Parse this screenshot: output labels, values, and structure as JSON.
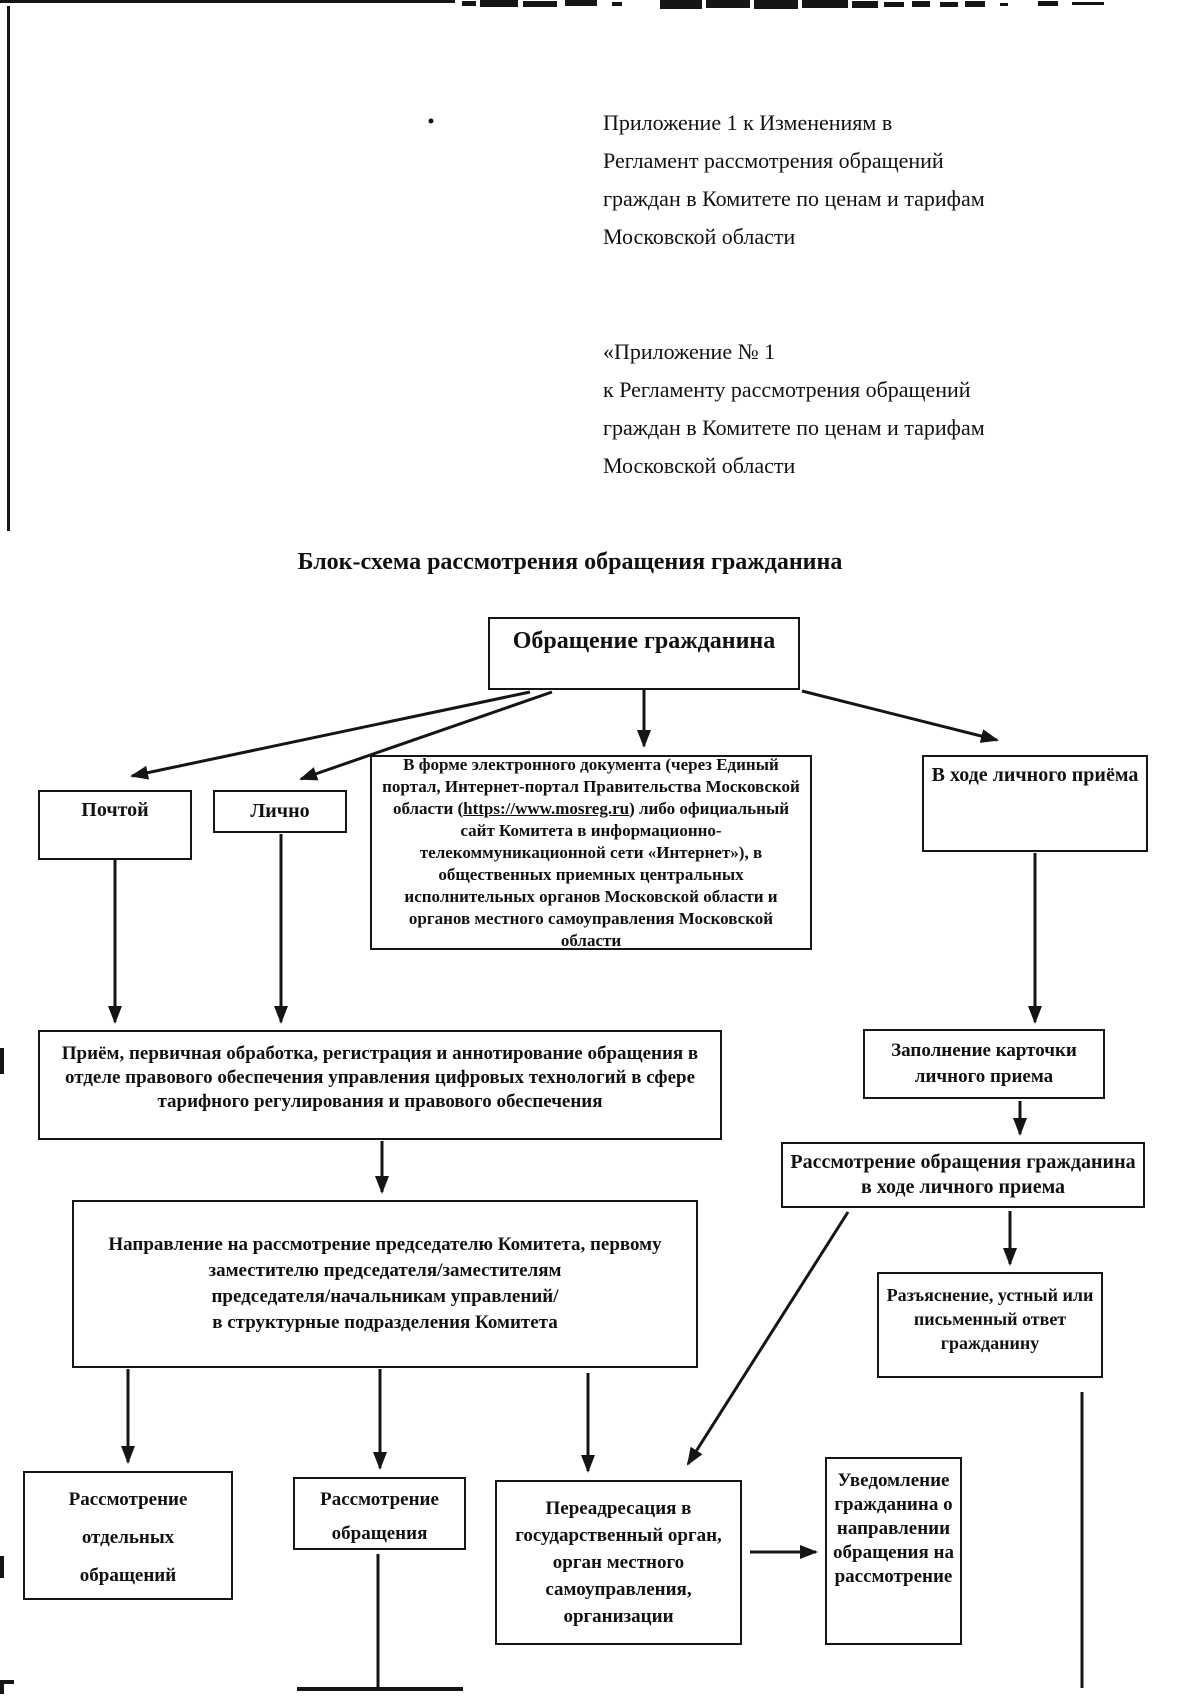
{
  "colors": {
    "ink": "#111111",
    "paper": "#ffffff"
  },
  "header": {
    "block1": "Приложение 1 к Изменениям в\nРегламент рассмотрения обращений\nграждан в Комитете по ценам и тарифам\nМосковской области",
    "block2": "«Приложение № 1\nк Регламенту рассмотрения обращений\nграждан в Комитете по ценам и тарифам\nМосковской области"
  },
  "title": "Блок-схема рассмотрения обращения гражданина",
  "flowchart": {
    "appeal": "Обращение гражданина",
    "mail": "Почтой",
    "in_person": "Лично",
    "electronic": {
      "before_url": "В форме электронного документа (через Единый\nпортал, Интернет-портал Правительства Московской\nобласти (",
      "url": "https://www.mosreg.ru",
      "after_url": ") либо официальный\nсайт Комитета в информационно-\nтелекоммуникационной сети «Интернет»), в\nобщественных приемных центральных\nисполнительных органов Московской области и\nорганов местного самоуправления Московской\nобласти"
    },
    "personal_reception": "В ходе личного приёма",
    "processing": "Приём, первичная обработка, регистрация и аннотирование обращения в\nотделе правового обеспечения управления цифровых технологий в сфере\nтарифного регулирования и правового обеспечения",
    "fill_card": "Заполнение карточки\nличного приема",
    "personal_consideration": "Рассмотрение обращения гражданина\nв ходе личного приема",
    "direction": "Направление на рассмотрение председателю Комитета, первому\nзаместителю председателя/заместителям\nпредседателя/начальникам управлений/\nв структурные подразделения Комитета",
    "explanation": "Разъяснение, устный или\nписьменный ответ\nгражданину",
    "separate": "Рассмотрение\nотдельных\nобращений",
    "consideration": "Рассмотрение\nобращения",
    "forwarding": "Переадресация в\nгосударственный орган,\nорган местного\nсамоуправления,\nорганизации",
    "notification": "Уведомление\nгражданина о\nнаправлении\nобращения на\nрассмотрение"
  }
}
